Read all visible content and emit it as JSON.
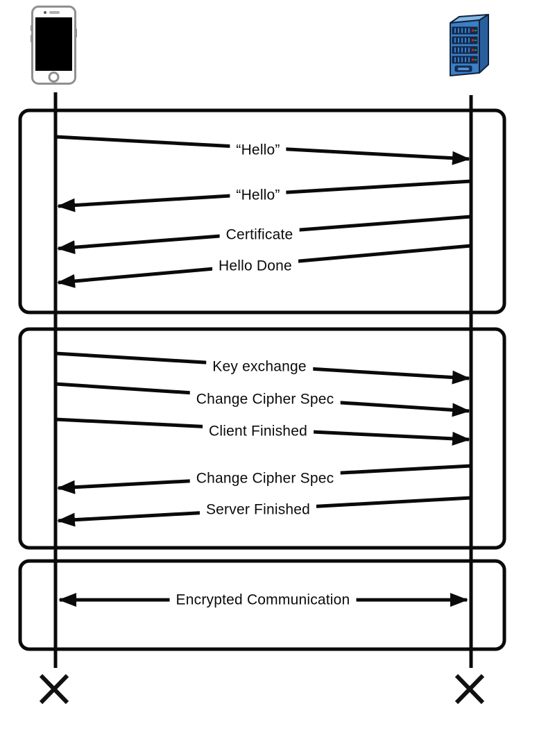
{
  "diagram": {
    "title": "TLS handshake sequence",
    "colors": {
      "stroke": "#0a0a0a",
      "label_text": "#0b0b0b",
      "background": "#ffffff",
      "phone_outline": "#8f8f8f",
      "phone_screen": "#000000",
      "server_front": "#3d7fc2",
      "server_top": "#85b6e4",
      "server_side": "#2a5f9e",
      "server_bay": "#122b52",
      "server_outline": "#0d2240",
      "led_red": "#cc2222",
      "led_green": "#2f9e3f"
    },
    "actors": [
      {
        "id": "client",
        "icon": "smartphone-icon",
        "end_marker": "X"
      },
      {
        "id": "server",
        "icon": "server-icon",
        "end_marker": "X"
      }
    ],
    "phases": [
      {
        "name": "hello-negotiation",
        "messages": [
          {
            "label": "“Hello”",
            "from": "client",
            "to": "server",
            "direction": "right"
          },
          {
            "label": "“Hello”",
            "from": "server",
            "to": "client",
            "direction": "left"
          },
          {
            "label": "Certificate",
            "from": "server",
            "to": "client",
            "direction": "left"
          },
          {
            "label": "Hello Done",
            "from": "server",
            "to": "client",
            "direction": "left"
          }
        ]
      },
      {
        "name": "key-exchange-finish",
        "messages": [
          {
            "label": "Key exchange",
            "from": "client",
            "to": "server",
            "direction": "right"
          },
          {
            "label": "Change Cipher Spec",
            "from": "client",
            "to": "server",
            "direction": "right"
          },
          {
            "label": "Client Finished",
            "from": "client",
            "to": "server",
            "direction": "right"
          },
          {
            "label": "Change Cipher Spec",
            "from": "server",
            "to": "client",
            "direction": "left"
          },
          {
            "label": "Server Finished",
            "from": "server",
            "to": "client",
            "direction": "left"
          }
        ]
      },
      {
        "name": "encrypted-session",
        "messages": [
          {
            "label": "Encrypted Communication",
            "from": "client",
            "to": "server",
            "direction": "both"
          }
        ]
      }
    ]
  }
}
